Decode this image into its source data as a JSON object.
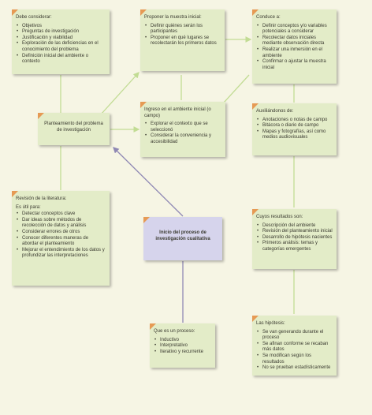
{
  "colors": {
    "background": "#f6f5e4",
    "box_fill": "#e3ecc8",
    "central_fill": "#d6d4ec",
    "corner_accent": "#e69a54",
    "connector_green": "#c2dc94",
    "connector_purple": "#8f88b4"
  },
  "boxes": {
    "considerar": {
      "head": "Debe considerar:",
      "items": [
        "Objetivos",
        "Preguntas de investigación",
        "Justificación y viabilidad",
        "Exploración de las deficiencias en el conocimiento del problema",
        "Definición inicial del ambiente o contexto"
      ]
    },
    "muestra": {
      "head": "Proponer la muestra inicial:",
      "items": [
        "Definir quiénes serán los participantes",
        "Proponer en qué lugares se recolectarán los primeros datos"
      ]
    },
    "conduce": {
      "head": "Conduce a:",
      "items": [
        "Definir conceptos y/o variables potenciales a considerar",
        "Recolectar datos iniciales mediante observación directa",
        "Realizar una inmersión en el ambiente",
        "Confirmar o ajustar la muestra inicial"
      ]
    },
    "planteamiento": {
      "head": "Planteamiento del problema de investigación"
    },
    "ingreso": {
      "head": "Ingreso en el ambiente inicial (o campo)",
      "items": [
        "Explorar el contexto que se seleccionó",
        "Considerar la conveniencia y accesibilidad"
      ]
    },
    "auxiliandonos": {
      "head": "Auxiliándonos de:",
      "items": [
        "Anotaciones o notas de campo",
        "Bitácora o diario de campo",
        "Mapas y fotografías, así como medios audiovisuales"
      ]
    },
    "literatura": {
      "head": "Revisión de la literatura:",
      "sub": "Es útil para:",
      "items": [
        "Detectar conceptos clave",
        "Dar ideas sobre métodos de recolección de datos y análisis",
        "Considerar errores de otros",
        "Conocer diferentes maneras de abordar el planteamiento",
        "Mejorar el entendimiento de los datos y profundizar las interpretaciones"
      ]
    },
    "central": {
      "head": "Inicio del proceso de investigación cualitativa"
    },
    "resultados": {
      "head": "Cuyos resultados son:",
      "items": [
        "Descripción del ambiente",
        "Revisión del planteamiento inicial",
        "Desarrollo de hipótesis nacientes",
        "Primeros análisis: temas y categorías emergentes"
      ]
    },
    "proceso": {
      "head": "Que es un proceso:",
      "items": [
        "Inductivo",
        "Interpretativo",
        "Iterativo y recurrente"
      ]
    },
    "hipotesis": {
      "head": "Las hipótesis:",
      "items": [
        "Se van generando durante el proceso",
        "Se afinan conforme se recaban más datos",
        "Se modifican según los resultados",
        "No se prueban estadísticamente"
      ]
    }
  }
}
